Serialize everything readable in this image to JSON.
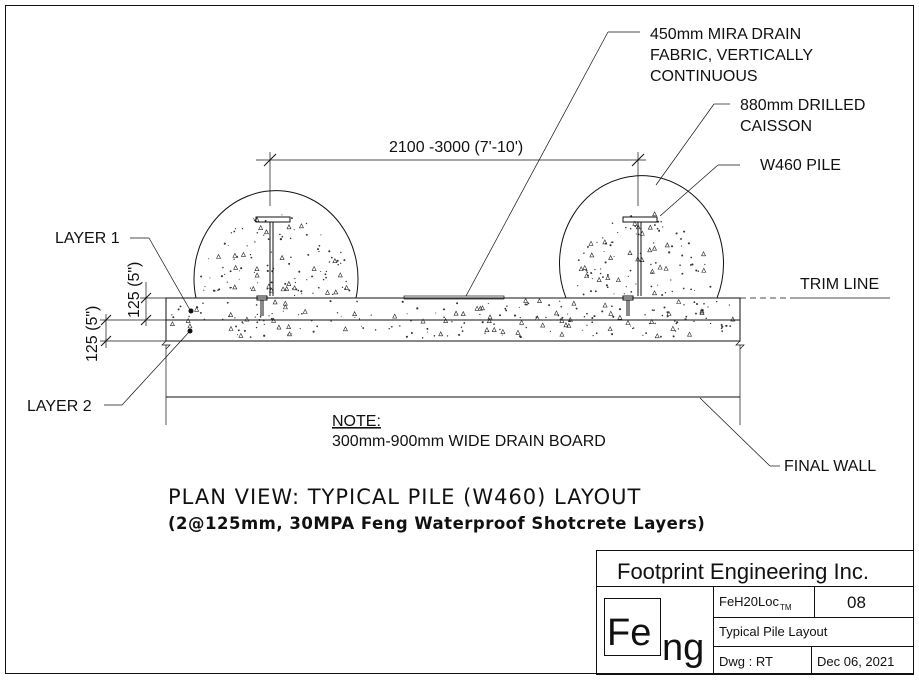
{
  "annotations": {
    "mira_drain": [
      "450mm MIRA DRAIN",
      "FABRIC, VERTICALLY",
      "CONTINUOUS"
    ],
    "caisson": [
      "880mm DRILLED",
      "CAISSON"
    ],
    "pile": "W460 PILE",
    "spacing": "2100 -3000 (7'-10')",
    "layer1": "LAYER 1",
    "layer2": "LAYER 2",
    "trim_line": "TRIM LINE",
    "final_wall": "FINAL WALL",
    "dim_top": "125 (5\")",
    "dim_bottom": "125 (5\")"
  },
  "note": {
    "heading": "NOTE:",
    "text": "300mm-900mm WIDE DRAIN BOARD"
  },
  "drawing_title": "PLAN VIEW: TYPICAL PILE (W460) LAYOUT",
  "drawing_subtitle": "(2@125mm, 30MPA Feng Waterproof Shotcrete Layers)",
  "title_block": {
    "company": "Footprint Engineering Inc.",
    "logo_left": "Fe",
    "logo_right": "ng",
    "project_code": "FeH20Loc",
    "project_code_mark": "TM",
    "sheet_number": "08",
    "description": "Typical Pile Layout",
    "drawn_by": "Dwg : RT",
    "date": "Dec 06, 2021"
  }
}
